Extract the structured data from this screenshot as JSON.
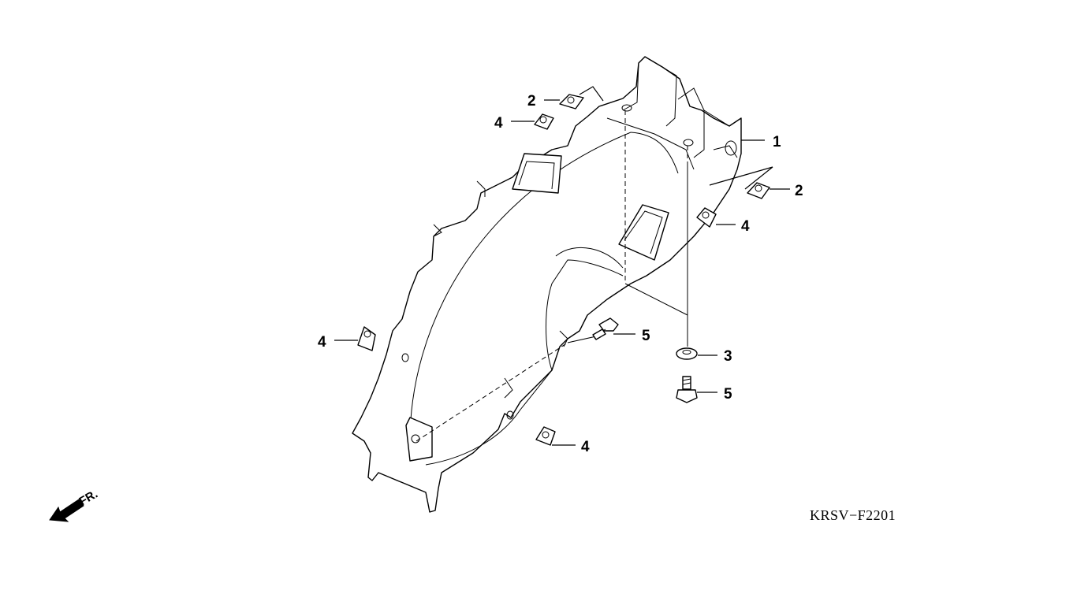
{
  "callouts": {
    "c1": "1",
    "c2a": "2",
    "c2b": "2",
    "c3": "3",
    "c4a": "4",
    "c4b": "4",
    "c4c": "4",
    "c4d": "4",
    "c5a": "5",
    "c5b": "5"
  },
  "diagram_code": "KRSV−F2201",
  "direction_label": "FR.",
  "icons": {
    "direction": "front-direction-arrow-icon"
  }
}
